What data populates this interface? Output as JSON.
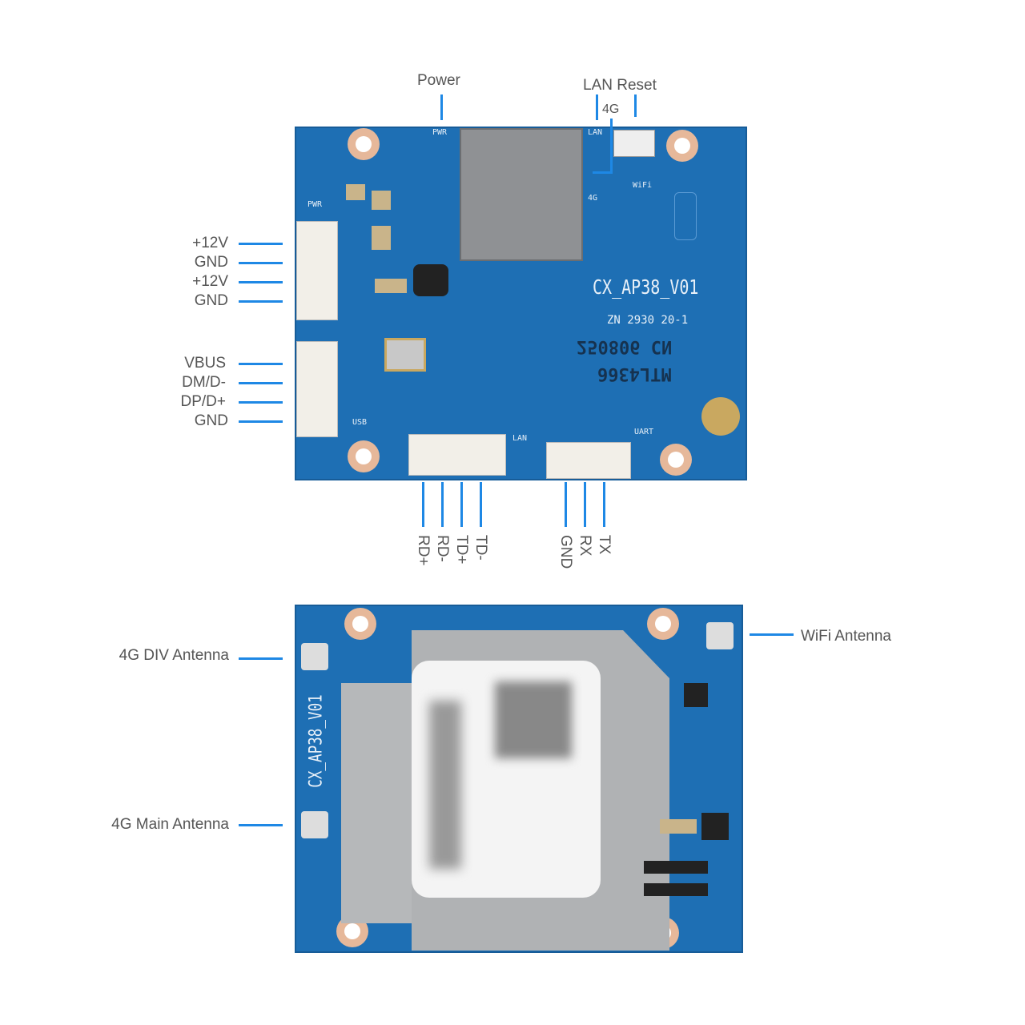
{
  "top_view": {
    "labels": {
      "power": "Power",
      "lan_reset": "LAN Reset",
      "led_4g": "4G",
      "pwr_pins": [
        "+12V",
        "GND",
        "+12V",
        "GND"
      ],
      "usb_pins": [
        "VBUS",
        "DM/D-",
        "DP/D+",
        "GND"
      ],
      "lan_pins": [
        "RD+",
        "RD-",
        "TD+",
        "TD-"
      ],
      "uart_pins": [
        "GND",
        "RX",
        "TX"
      ]
    },
    "silkscreen": {
      "model": "CX_AP38_V01",
      "code": "ZN 2930 20-1",
      "date": "250806 CN",
      "part": "MTL4366",
      "pwr": "PWR",
      "pwr_led": "PWR",
      "usb": "USB",
      "lan": "LAN",
      "uart": "UART",
      "wifi": "WiFi",
      "led_4g": "4G",
      "led_lan": "LAN"
    }
  },
  "bottom_view": {
    "labels": {
      "div_antenna": "4G DIV Antenna",
      "main_antenna": "4G Main Antenna",
      "wifi_antenna": "WiFi Antenna"
    },
    "silkscreen": {
      "model": "CX_AP38_V01"
    }
  },
  "colors": {
    "callout": "#1e88e5",
    "pcb": "#1e6fb4"
  }
}
